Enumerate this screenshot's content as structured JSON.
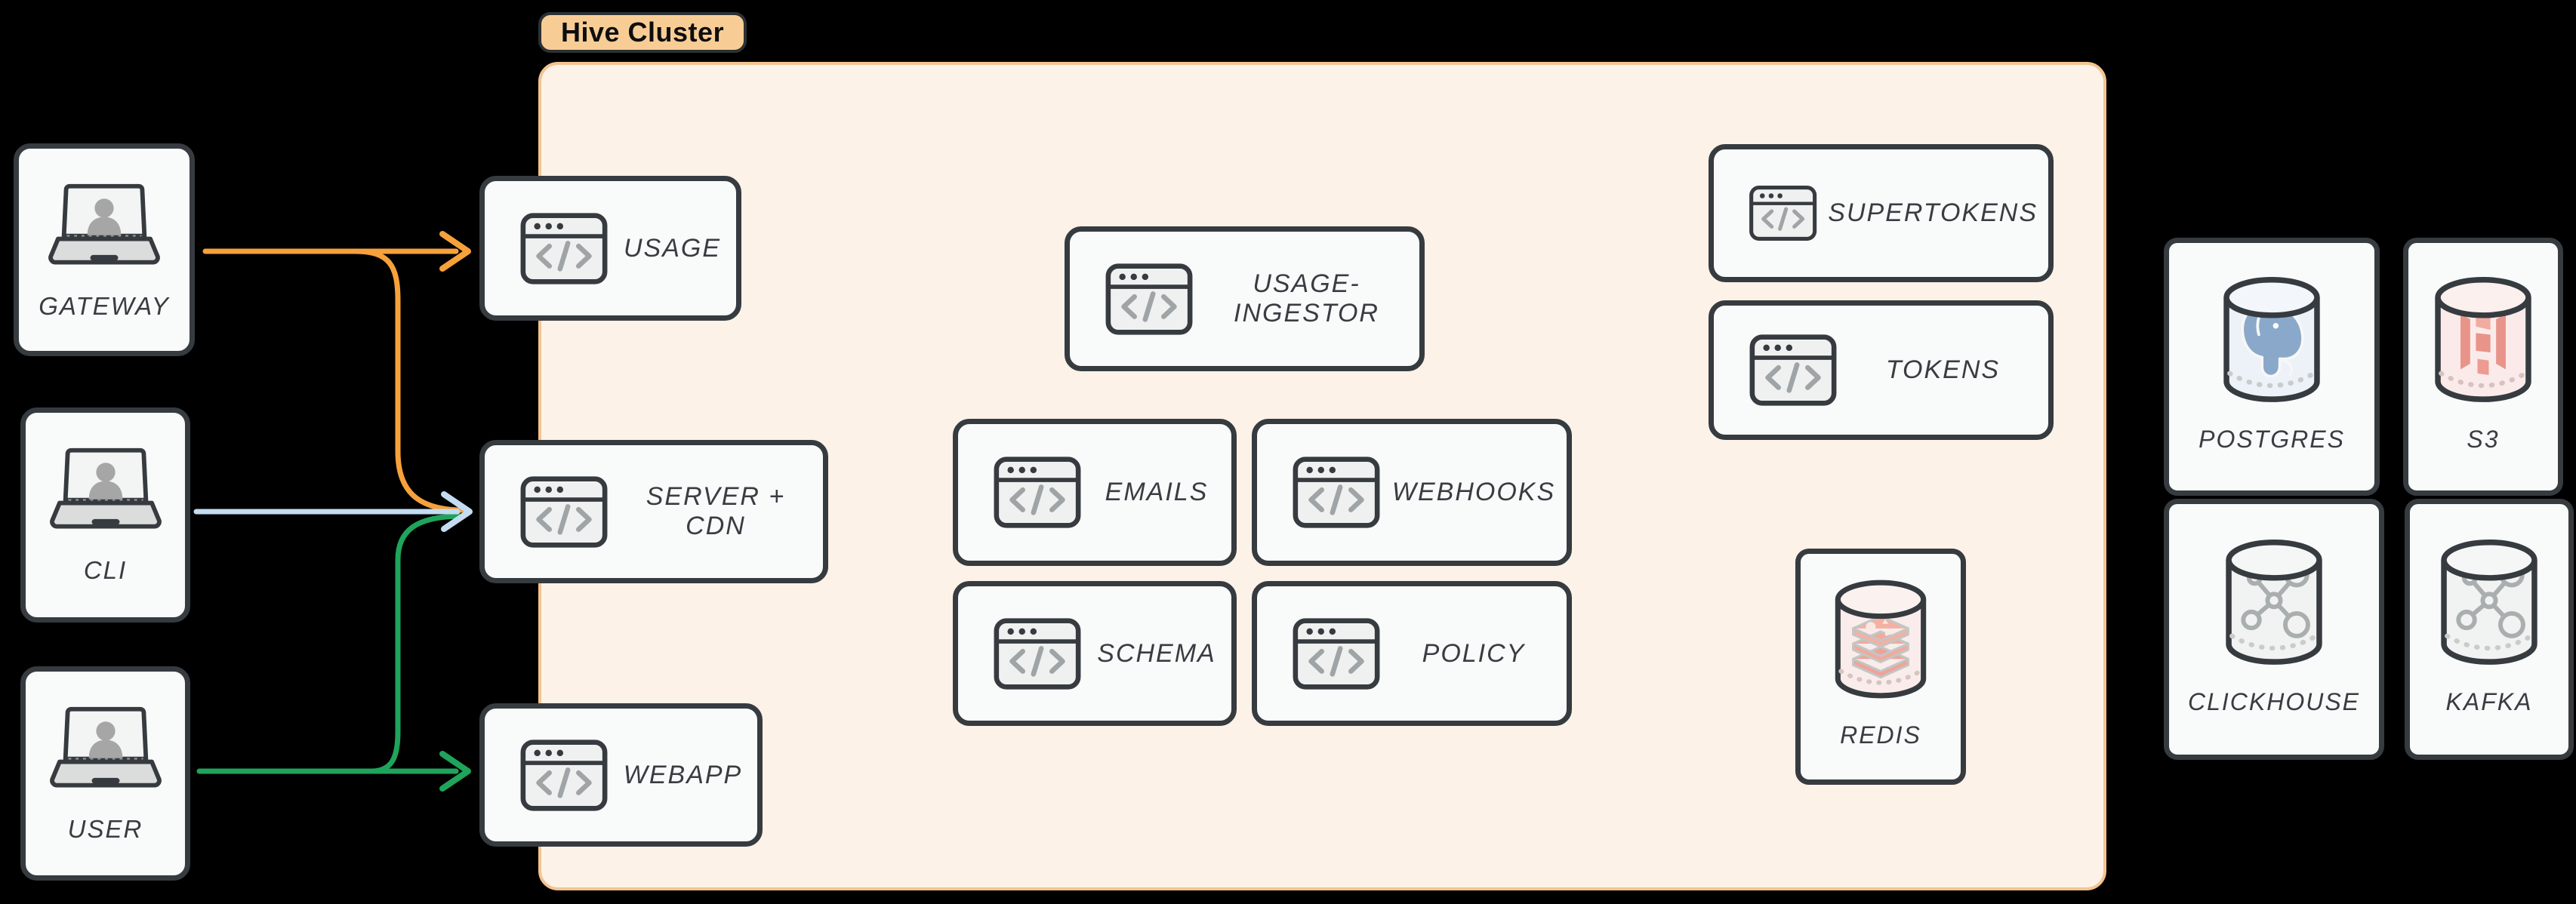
{
  "cluster": {
    "label": "Hive Cluster",
    "services": [
      {
        "id": "usage",
        "label": "USAGE"
      },
      {
        "id": "server-cdn",
        "label": "SERVER + CDN"
      },
      {
        "id": "webapp",
        "label": "WEBAPP"
      },
      {
        "id": "usage-ingestor",
        "label": "USAGE-INGESTOR"
      },
      {
        "id": "emails",
        "label": "EMAILS"
      },
      {
        "id": "webhooks",
        "label": "WEBHOOKS"
      },
      {
        "id": "schema",
        "label": "SCHEMA"
      },
      {
        "id": "policy",
        "label": "POLICY"
      },
      {
        "id": "supertokens",
        "label": "SUPERTOKENS"
      },
      {
        "id": "tokens",
        "label": "TOKENS"
      }
    ],
    "datastores": [
      {
        "id": "redis",
        "label": "REDIS"
      }
    ]
  },
  "external_nodes": [
    {
      "id": "gateway",
      "label": "GATEWAY"
    },
    {
      "id": "cli",
      "label": "CLI"
    },
    {
      "id": "user",
      "label": "USER"
    }
  ],
  "external_datastores": [
    {
      "id": "postgres",
      "label": "POSTGRES"
    },
    {
      "id": "s3",
      "label": "S3"
    },
    {
      "id": "clickhouse",
      "label": "CLICKHOUSE"
    },
    {
      "id": "kafka",
      "label": "KAFKA"
    }
  ],
  "edges": [
    {
      "from": "GATEWAY",
      "to": "USAGE",
      "color": "#F7A13B"
    },
    {
      "from": "GATEWAY",
      "to": "SERVER + CDN",
      "color": "#F7A13B"
    },
    {
      "from": "CLI",
      "to": "SERVER + CDN",
      "color": "#C3DCF2"
    },
    {
      "from": "USER",
      "to": "SERVER + CDN",
      "color": "#1FA45B"
    },
    {
      "from": "USER",
      "to": "WEBAPP",
      "color": "#1FA45B"
    }
  ],
  "colors": {
    "canvas_bg": "#000000",
    "cluster_bg": "#FDF2E8",
    "cluster_border": "#F2C491",
    "badge_bg": "#F8CD95",
    "box_bg": "#F9FAFA",
    "box_border": "#363B40",
    "label_text": "#383D42",
    "edge_orange": "#F7A13B",
    "edge_blue": "#C3DCF2",
    "edge_green": "#1FA45B"
  }
}
